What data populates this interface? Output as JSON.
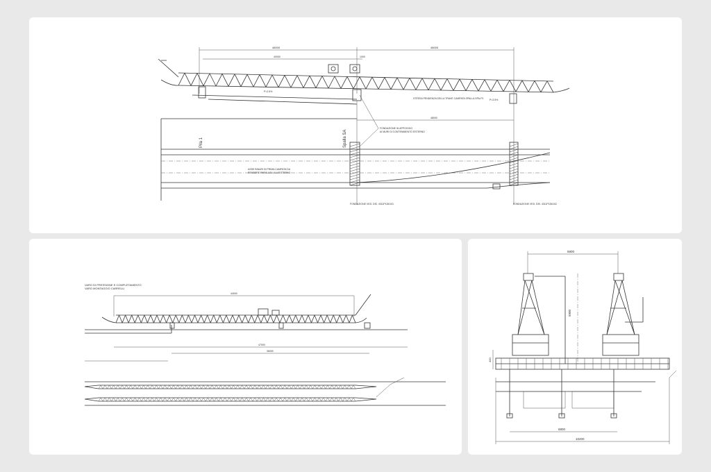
{
  "top_drawing": {
    "dim_left": "48000",
    "dim_right": "48000",
    "dim_sub_left": "40000",
    "dim_sub_right": "1000",
    "dim_plan": "48000",
    "label_slope_left": "P=2.5%",
    "label_slope_right": "P=2.5%",
    "note_slope": "STESSA PENDENZA DELLA TRAVE CAMPATA SPALLA SPA-P1",
    "note_support_1": "FONDAZIONE IN APPOGGIO",
    "note_support_2": "AI MURI DI CONTENIMENTO ESTERNO",
    "pile_label": "Pila 1",
    "abutment_label": "Spalla SA",
    "note_center_1": "ASSE BINARI DI PRIMA CAMPATA DA",
    "note_center_2": "RENDERE PARALLELI ALL'ESTERNO",
    "foundation_left": "FONDAZIONE VED. DIS. 4311P1D6101",
    "foundation_right": "FONDAZIONE VED. DIS. 4311P1D6102"
  },
  "bottom_left_drawing": {
    "title_1": "VARO DI PRESSIONE E COMPLETAMENTO",
    "title_2": "VARO MONTAGGIO CARRELLI",
    "dim_total": "44000",
    "dim_mid": "36000",
    "dim_lower": "47000"
  },
  "bottom_right_drawing": {
    "dim_top": "5800",
    "dim_height": "5900",
    "dim_left": "400",
    "dim_bottom_inner": "6800",
    "dim_bottom_outer": "10200"
  }
}
